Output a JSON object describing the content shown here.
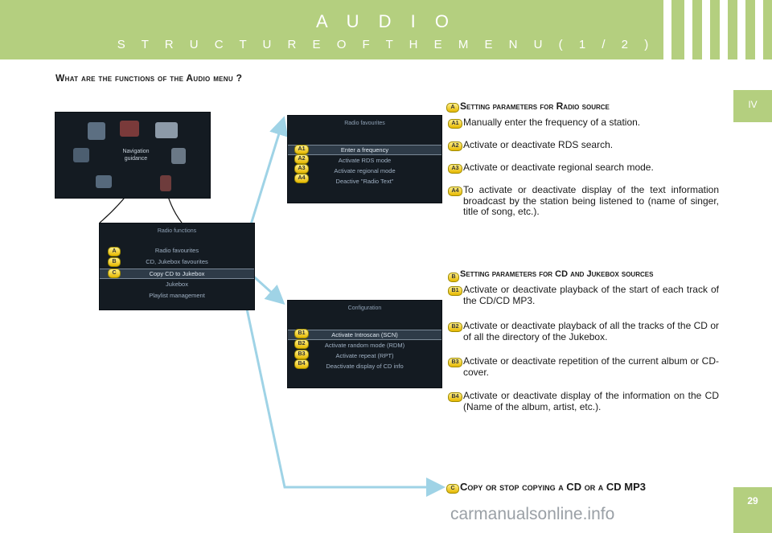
{
  "header": {
    "title": "A U D I O",
    "subtitle": "S T R U C T U R E   O F   T H E   M E N U   ( 1 / 2 )"
  },
  "chapter_tab": "IV",
  "page_number": "29",
  "question": "What are the functions of the Audio menu ?",
  "screen_main": {
    "label_navigation": "Navigation",
    "label_guidance": "guidance"
  },
  "screen_radio_functions": {
    "title": "Radio functions",
    "rows": [
      "Radio favourites",
      "CD, Jukebox favourites",
      "Copy CD to Jukebox",
      "Jukebox",
      "Playlist management"
    ],
    "badges": [
      "A",
      "B",
      "C"
    ]
  },
  "screen_radio_favourites": {
    "title": "Radio favourites",
    "rows": [
      "Enter a frequency",
      "Activate RDS mode",
      "Activate regional mode",
      "Deactive \"Radio Text\""
    ],
    "badges": [
      "A1",
      "A2",
      "A3",
      "A4"
    ]
  },
  "screen_configuration": {
    "title": "Configuration",
    "rows": [
      "Activate Introscan (SCN)",
      "Activate random mode (RDM)",
      "Activate repeat (RPT)",
      "Deactivate display of CD info"
    ],
    "badges": [
      "B1",
      "B2",
      "B3",
      "B4"
    ]
  },
  "section_a": {
    "badge": "A",
    "heading": "Setting parameters for Radio source",
    "items": [
      {
        "badge": "A1",
        "text": "Manually enter the frequency of a station."
      },
      {
        "badge": "A2",
        "text": "Activate or deactivate RDS search."
      },
      {
        "badge": "A3",
        "text": "Activate or deactivate regional search mode."
      },
      {
        "badge": "A4",
        "text": "To activate or deactivate display of the text information broadcast by the station being listened to (name of singer, title of song, etc.)."
      }
    ]
  },
  "section_b": {
    "badge": "B",
    "heading": "Setting parameters for CD and Jukebox sources",
    "items": [
      {
        "badge": "B1",
        "text": "Activate or deactivate playback of the start of each track of the CD/CD MP3."
      },
      {
        "badge": "B2",
        "text": "Activate or deactivate playback of all the tracks of the CD or of all the directory of the Jukebox."
      },
      {
        "badge": "B3",
        "text": "Activate or deactivate repetition of the current album or CD-cover."
      },
      {
        "badge": "B4",
        "text": "Activate or deactivate display of the information on the CD (Name of the album, artist, etc.)."
      }
    ]
  },
  "section_c": {
    "badge": "C",
    "heading": "Copy or stop copying a CD or a CD MP3"
  },
  "watermark": "carmanualsonline.info",
  "colors": {
    "header_green": "#b4cf7f",
    "badge_yellow": "#f2d21a",
    "arrow_blue": "#9fd3e6",
    "screen_bg": "#141b22"
  }
}
